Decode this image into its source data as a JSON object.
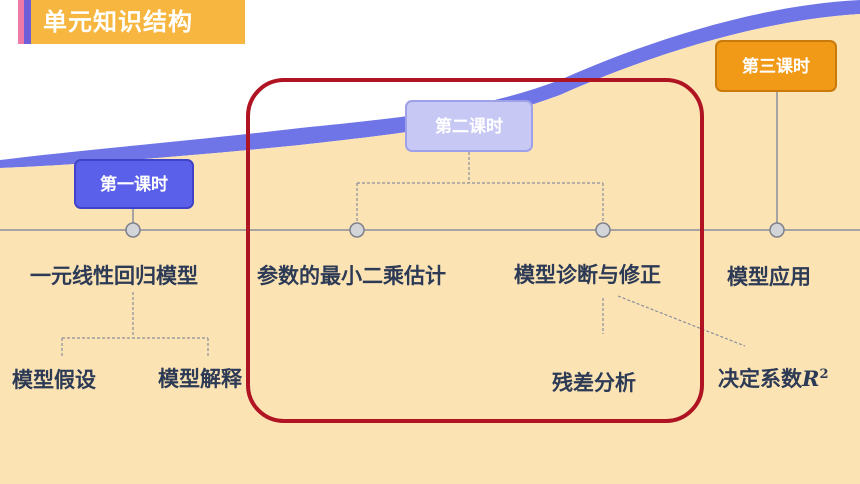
{
  "header": {
    "title": "单元知识结构"
  },
  "lessons": {
    "first": "第一课时",
    "second": "第二课时",
    "third": "第三课时"
  },
  "topics": {
    "linear_regression_model": "一元线性回归模型",
    "least_squares": "参数的最小二乘估计",
    "model_diagnosis": "模型诊断与修正",
    "model_application": "模型应用"
  },
  "subtopics": {
    "model_assumption": "模型假设",
    "model_interpretation": "模型解释",
    "residual_analysis": "残差分析",
    "coefficient_of_determination": "决定系数",
    "r_symbol": "R",
    "r_exponent": "2"
  },
  "colors": {
    "background_sand": "#fbe3b4",
    "wave_purple": "#6f75e6",
    "header_orange": "#f6b640",
    "highlight_red": "#b01422",
    "text_dark": "#2c3a55"
  }
}
